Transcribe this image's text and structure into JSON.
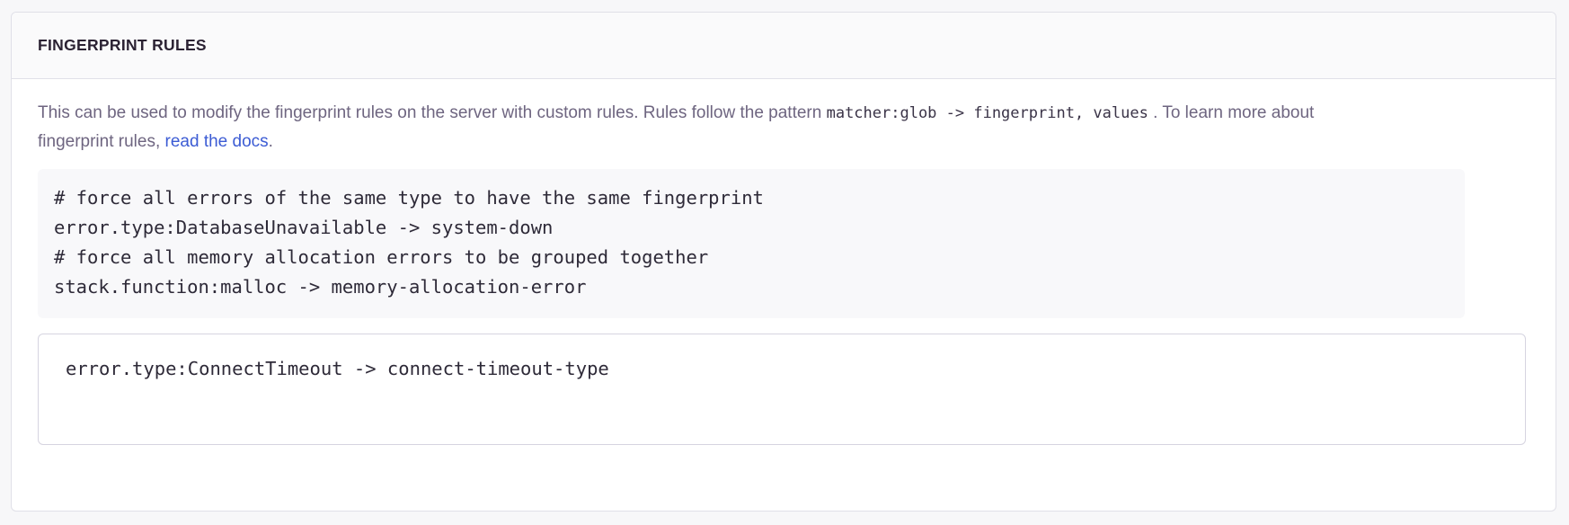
{
  "panel": {
    "title": "FINGERPRINT RULES",
    "description": {
      "part1": "This can be used to modify the fingerprint rules on the server with custom rules. Rules follow the pattern ",
      "inline_code": "matcher:glob -> fingerprint, values",
      "part2": " . To learn more about fingerprint rules, ",
      "link_text": "read the docs",
      "part3": "."
    },
    "example_code": {
      "lines": [
        "# force all errors of the same type to have the same fingerprint",
        "error.type:DatabaseUnavailable -> system-down",
        "# force all memory allocation errors to be grouped together",
        "stack.function:malloc -> memory-allocation-error"
      ]
    },
    "rules_input": {
      "value": "error.type:ConnectTimeout -> connect-timeout-type",
      "placeholder": ""
    }
  },
  "colors": {
    "page_background": "#f7f7f9",
    "panel_background": "#ffffff",
    "panel_border": "#e0e0e8",
    "header_background": "#fafafb",
    "title_text": "#2b2233",
    "description_text": "#6e6580",
    "code_text": "#2e2a38",
    "code_block_background": "#f8f8fa",
    "link": "#3c5cd4",
    "input_border": "#d6d4e0"
  }
}
